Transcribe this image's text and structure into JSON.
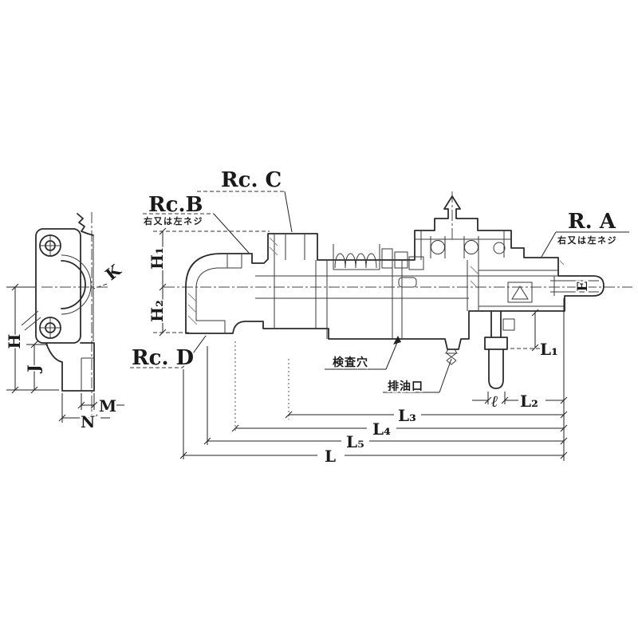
{
  "drawing": {
    "background": "#ffffff",
    "line_color": "#2b2b2b",
    "ports": {
      "rc_b": "Rc.B",
      "rc_b_note": "右又は左ネジ",
      "rc_c": "Rc. C",
      "rc_d": "Rc. D",
      "r_a": "R. A",
      "r_a_note": "右又は左ネジ"
    },
    "callouts": {
      "inspection_hole": "検査穴",
      "drain_port": "排油口"
    },
    "dims": {
      "H": "H",
      "H1": "H₁",
      "H2": "H₂",
      "J": "J",
      "K": "K",
      "M": "M",
      "N": "N",
      "E": "E",
      "L": "L",
      "L1": "L₁",
      "L2": "L₂",
      "L3": "L₃",
      "L4": "L₄",
      "L5": "L₅",
      "ell": "ℓ"
    }
  }
}
